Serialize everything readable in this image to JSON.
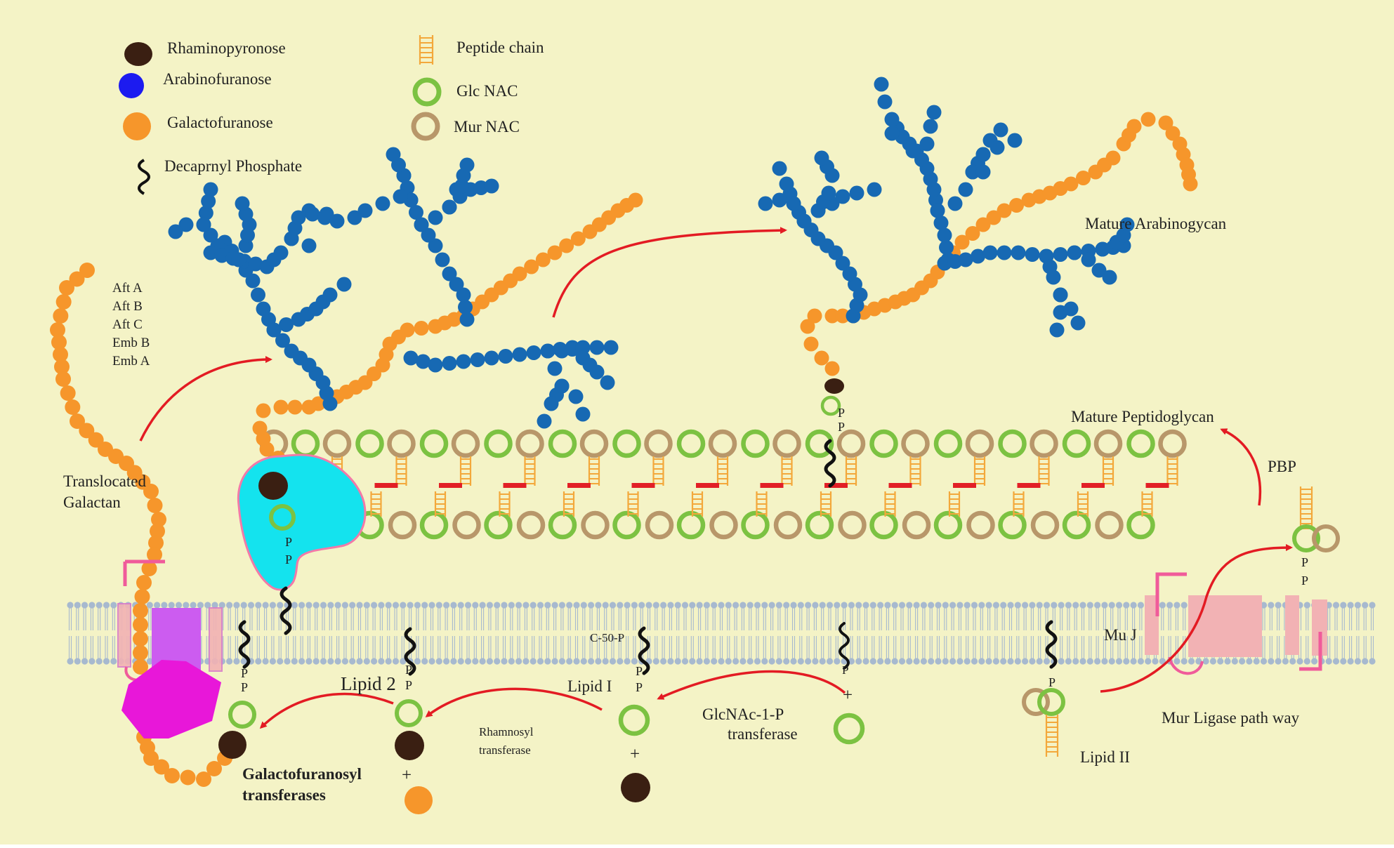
{
  "colors": {
    "background": "#f4f3c6",
    "rhamnose": "#3a1f12",
    "arabinose": "#1769b3",
    "galactose": "#f6962b",
    "glcnac": "#7cc242",
    "murnac": "#b8976a",
    "peptide": "#f3a83b",
    "crosslink": "#e21f26",
    "arrow": "#e31b23",
    "membrane_head": "#a7b9cf",
    "cyan_enzyme": "#14e3ee",
    "magenta_enzyme": "#e817d9",
    "purple_protein": "#cc5cf0",
    "pink_protein": "#f2b2b4"
  },
  "legend": {
    "rhamnose": "Rhaminopyronose",
    "arabinose": "Arabinofuranose",
    "galactose": "Galactofuranose",
    "decaprenyl": "Decaprnyl Phosphate",
    "peptide": "Peptide chain",
    "glcnac": "Glc NAC",
    "murnac": "Mur NAC"
  },
  "labels": {
    "aft_enzymes": [
      "Aft A",
      "Aft B",
      "Aft C",
      "Emb B",
      "Emb A"
    ],
    "translocated_galactan": [
      "Translocated",
      "Galactan"
    ],
    "mature_arabinogalactan": "Mature Arabinogycan",
    "mature_peptidoglycan": "Mature Peptidoglycan",
    "pbp": "PBP",
    "mur_j": "Mu J",
    "mur_ligase": "Mur Ligase path way",
    "lipid_ii": "Lipid II",
    "lipid_2": "Lipid 2",
    "lipid_i": "Lipid I",
    "c50p": "C-50-P",
    "glcnac_transferase": [
      "GlcNAc-1-P",
      "transferase"
    ],
    "rhamnosyl_transferase": [
      "Rhamnosyl",
      "transferase"
    ],
    "galactofuranosyl_transferases": [
      "Galactofuranosyl",
      "transferases"
    ],
    "p": "P",
    "plus": "+"
  }
}
